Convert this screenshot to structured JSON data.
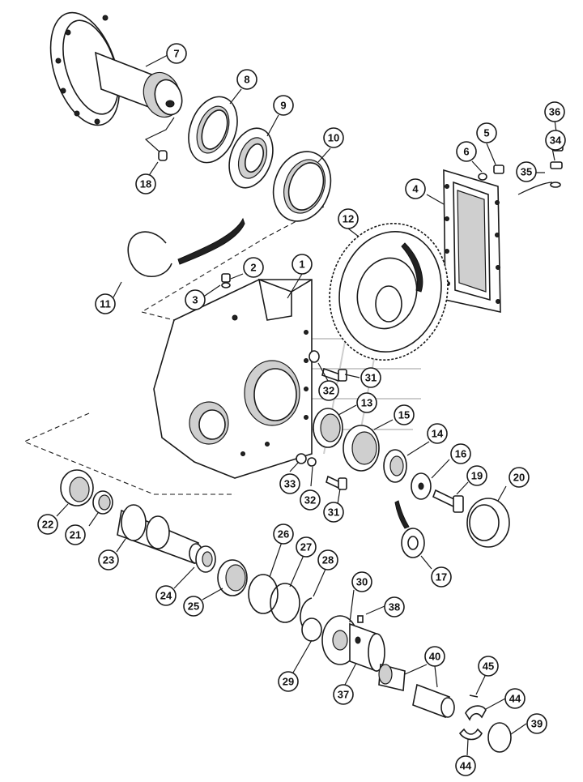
{
  "diagram": {
    "callouts": [
      {
        "id": "c7",
        "label": "7"
      },
      {
        "id": "c8",
        "label": "8"
      },
      {
        "id": "c9",
        "label": "9"
      },
      {
        "id": "c10",
        "label": "10"
      },
      {
        "id": "c18",
        "label": "18"
      },
      {
        "id": "c36",
        "label": "36"
      },
      {
        "id": "c5",
        "label": "5"
      },
      {
        "id": "c6",
        "label": "6"
      },
      {
        "id": "c34",
        "label": "34"
      },
      {
        "id": "c35",
        "label": "35"
      },
      {
        "id": "c4",
        "label": "4"
      },
      {
        "id": "c12",
        "label": "12"
      },
      {
        "id": "c11",
        "label": "11"
      },
      {
        "id": "c2",
        "label": "2"
      },
      {
        "id": "c1",
        "label": "1"
      },
      {
        "id": "c3",
        "label": "3"
      },
      {
        "id": "c31a",
        "label": "31"
      },
      {
        "id": "c32a",
        "label": "32"
      },
      {
        "id": "c13",
        "label": "13"
      },
      {
        "id": "c15",
        "label": "15"
      },
      {
        "id": "c14",
        "label": "14"
      },
      {
        "id": "c16",
        "label": "16"
      },
      {
        "id": "c19",
        "label": "19"
      },
      {
        "id": "c20",
        "label": "20"
      },
      {
        "id": "c33",
        "label": "33"
      },
      {
        "id": "c32b",
        "label": "32"
      },
      {
        "id": "c31b",
        "label": "31"
      },
      {
        "id": "c17",
        "label": "17"
      },
      {
        "id": "c22",
        "label": "22"
      },
      {
        "id": "c21",
        "label": "21"
      },
      {
        "id": "c23",
        "label": "23"
      },
      {
        "id": "c26",
        "label": "26"
      },
      {
        "id": "c27",
        "label": "27"
      },
      {
        "id": "c28",
        "label": "28"
      },
      {
        "id": "c24",
        "label": "24"
      },
      {
        "id": "c25",
        "label": "25"
      },
      {
        "id": "c30",
        "label": "30"
      },
      {
        "id": "c38",
        "label": "38"
      },
      {
        "id": "c40",
        "label": "40"
      },
      {
        "id": "c29",
        "label": "29"
      },
      {
        "id": "c37",
        "label": "37"
      },
      {
        "id": "c45",
        "label": "45"
      },
      {
        "id": "c44a",
        "label": "44"
      },
      {
        "id": "c39",
        "label": "39"
      },
      {
        "id": "c44b",
        "label": "44"
      }
    ]
  }
}
